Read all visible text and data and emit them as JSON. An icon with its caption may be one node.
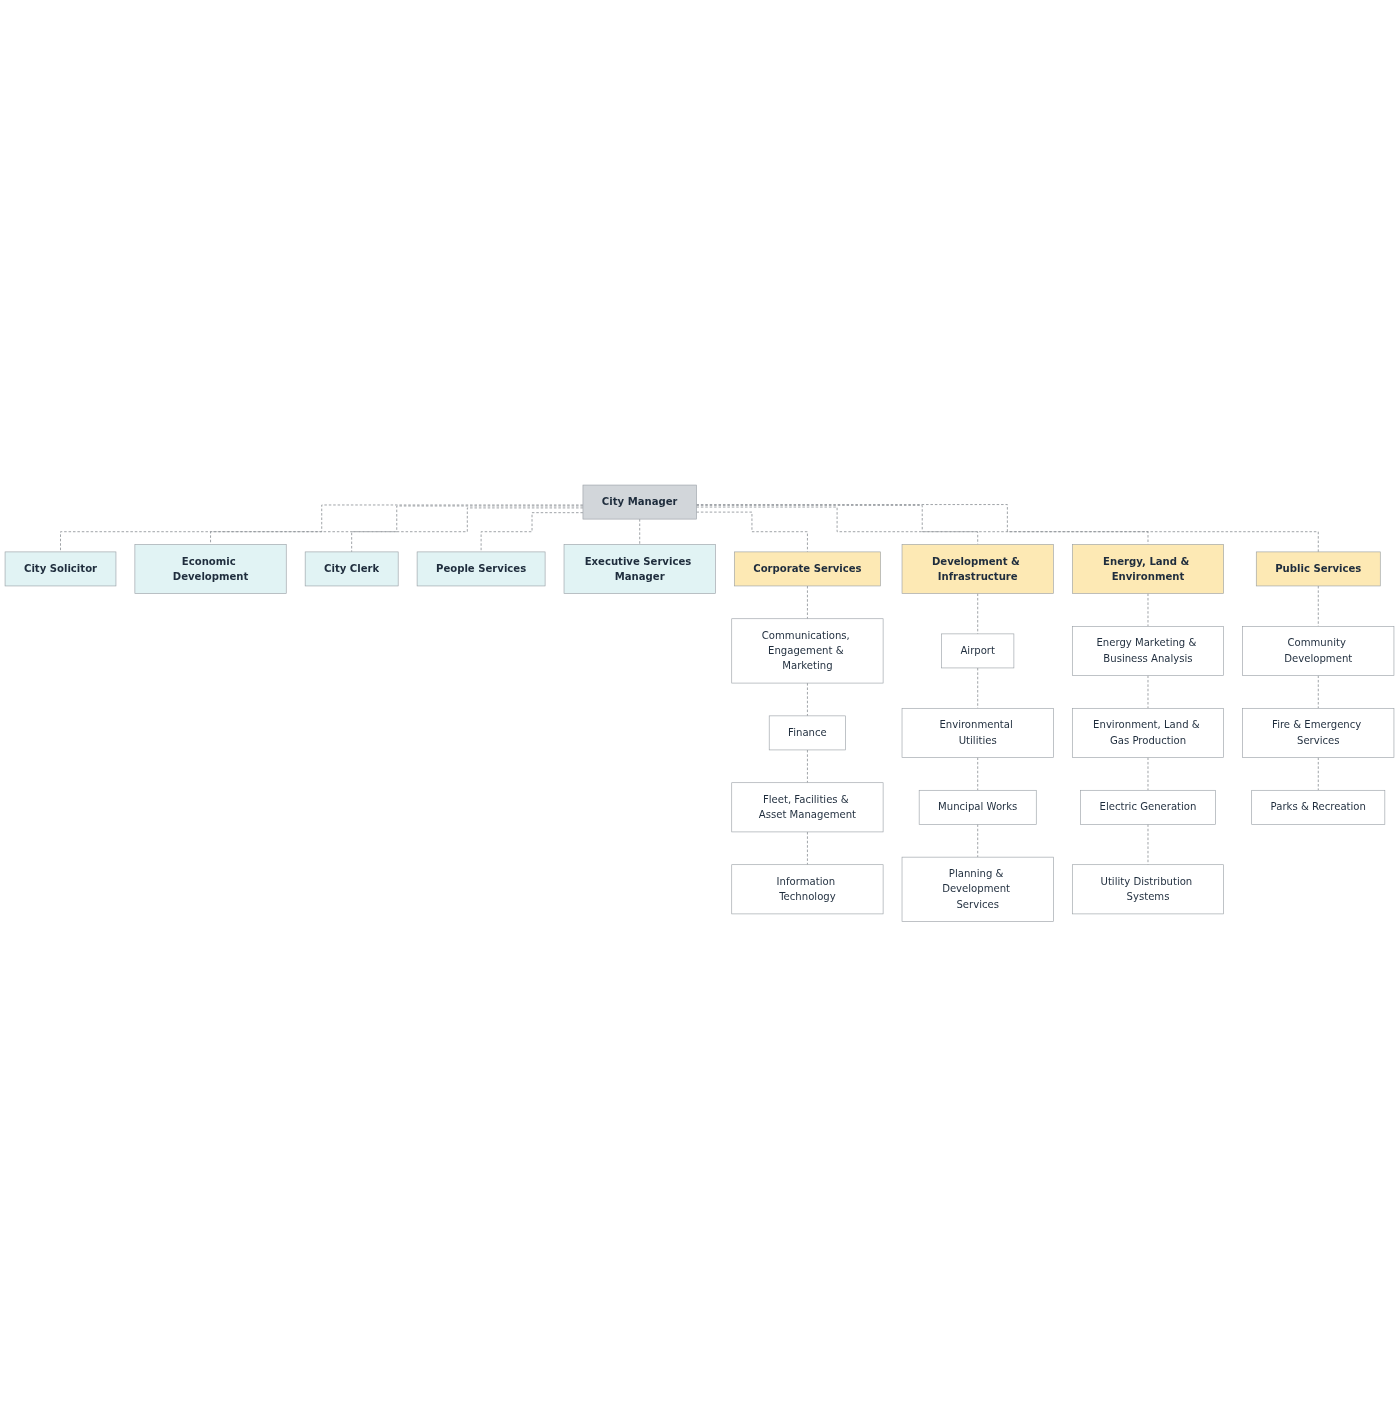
{
  "diagram": {
    "nodes": [
      {
        "text": [
          "City Manager"
        ]
      },
      {
        "text": [
          "City Solicitor"
        ]
      },
      {
        "text": [
          "Economic Development"
        ]
      },
      {
        "text": [
          "City Clerk"
        ]
      },
      {
        "text": [
          "People Services"
        ]
      },
      {
        "text": [
          "Executive Services Manager"
        ]
      },
      {
        "text": [
          "Corporate Services"
        ]
      },
      {
        "text": [
          "Development & Infrastructure"
        ]
      },
      {
        "text": [
          "Energy, Land & Environment"
        ]
      },
      {
        "text": [
          "Public Services"
        ]
      },
      {
        "text": [
          "Communications, Engagement & Marketing"
        ]
      },
      {
        "text": [
          "Airport"
        ]
      },
      {
        "text": [
          "Energy Marketing & Business Analysis"
        ]
      },
      {
        "text": [
          "Community Development"
        ]
      },
      {
        "text": [
          "Finance"
        ]
      },
      {
        "text": [
          "Environmental Utilities"
        ]
      },
      {
        "text": [
          "Environment, Land & Gas Production"
        ]
      },
      {
        "text": [
          "Fire & Emergency Services"
        ]
      },
      {
        "text": [
          "Fleet, Facilities & Asset Management"
        ]
      },
      {
        "text": [
          "Muncipal Works"
        ]
      },
      {
        "text": [
          "Electric Generation"
        ]
      },
      {
        "text": [
          "Parks & Recreation"
        ]
      },
      {
        "text": [
          "Information Technology"
        ]
      },
      {
        "text": [
          "Planning & Development Services"
        ]
      },
      {
        "text": [
          "Utility Distribution Systems"
        ]
      }
    ],
    "edges": [
      {
        "from": 0,
        "to": 1,
        "arrow": "none",
        "style": "dashed"
      },
      {
        "from": 0,
        "to": 2,
        "arrow": "none",
        "style": "dashed"
      },
      {
        "from": 0,
        "to": 3,
        "arrow": "none",
        "style": "dashed"
      },
      {
        "from": 0,
        "to": 4,
        "arrow": "none",
        "style": "dashed"
      },
      {
        "from": 0,
        "to": 5,
        "arrow": "none",
        "style": "dashed"
      },
      {
        "from": 0,
        "to": 6,
        "arrow": "none",
        "style": "dashed"
      },
      {
        "from": 0,
        "to": 7,
        "arrow": "none",
        "style": "dashed"
      },
      {
        "from": 0,
        "to": 8,
        "arrow": "none",
        "style": "dashed"
      },
      {
        "from": 0,
        "to": 9,
        "arrow": "none",
        "style": "dashed"
      },
      {
        "from": 6,
        "to": 10,
        "arrow": "none",
        "style": "dashed"
      },
      {
        "from": 10,
        "to": 14,
        "arrow": "none",
        "style": "dashed"
      },
      {
        "from": 14,
        "to": 18,
        "arrow": "none",
        "style": "dashed"
      },
      {
        "from": 18,
        "to": 22,
        "arrow": "none",
        "style": "dashed"
      },
      {
        "from": 7,
        "to": 11,
        "arrow": "none",
        "style": "dashed"
      },
      {
        "from": 11,
        "to": 15,
        "arrow": "none",
        "style": "dashed"
      },
      {
        "from": 15,
        "to": 19,
        "arrow": "none",
        "style": "dashed"
      },
      {
        "from": 19,
        "to": 23,
        "arrow": "none",
        "style": "dashed"
      },
      {
        "from": 8,
        "to": 12,
        "arrow": "none",
        "style": "dashed"
      },
      {
        "from": 12,
        "to": 16,
        "arrow": "none",
        "style": "dashed"
      },
      {
        "from": 16,
        "to": 20,
        "arrow": "none",
        "style": "dashed"
      },
      {
        "from": 20,
        "to": 24,
        "arrow": "none",
        "style": "dashed"
      },
      {
        "from": 9,
        "to": 13,
        "arrow": "none",
        "style": "dashed"
      },
      {
        "from": 13,
        "to": 17,
        "arrow": "none",
        "style": "dashed"
      },
      {
        "from": 17,
        "to": 21,
        "arrow": "none",
        "style": "dashed"
      }
    ]
  }
}
